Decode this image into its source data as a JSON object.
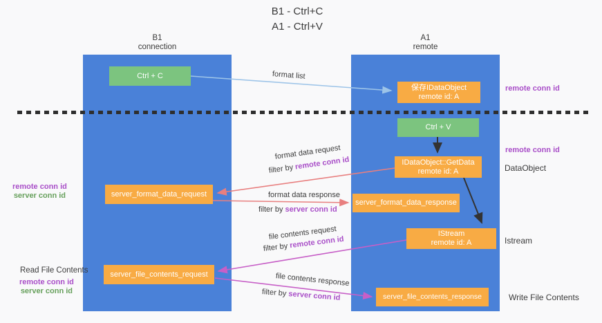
{
  "title": {
    "line1": "B1 - Ctrl+C",
    "line2": "A1 - Ctrl+V"
  },
  "lanes": {
    "b1": {
      "name": "B1",
      "sub": "connection"
    },
    "a1": {
      "name": "A1",
      "sub": "remote"
    }
  },
  "nodes": {
    "ctrl_c": {
      "label": "Ctrl + C"
    },
    "ctrl_v": {
      "label": "Ctrl + V"
    },
    "save_dataobject": {
      "line1": "保存IDataObject",
      "line2": "remote id: A"
    },
    "getdata": {
      "line1": "IDataObject::GetData",
      "line2": "remote id: A"
    },
    "istream": {
      "line1": "IStream",
      "line2": "remote id: A"
    },
    "format_request": {
      "label": "server_format_data_request"
    },
    "format_response": {
      "label": "server_format_data_response"
    },
    "file_request": {
      "label": "server_file_contents_request"
    },
    "file_response": {
      "label": "server_file_contents_response"
    }
  },
  "left_annotations": {
    "format_remote": "remote conn id",
    "format_server": "server conn id",
    "read_file": "Read File Contents",
    "file_remote": "remote conn id",
    "file_server": "server conn id"
  },
  "right_annotations": {
    "top_remote": "remote conn id",
    "mid_remote": "remote conn id",
    "dataobject": "DataObject",
    "istream": "Istream",
    "write_file": "Write File Contents"
  },
  "flow_labels": {
    "format_list": "format list",
    "format_request": "format data request",
    "format_request_filter": {
      "prefix": "filter by ",
      "key": "remote conn id"
    },
    "format_response": "format data response",
    "format_response_filter": {
      "prefix": "filter by ",
      "key": "server conn id"
    },
    "file_request": "file contents request",
    "file_request_filter": {
      "prefix": "filter by ",
      "key": "remote conn id"
    },
    "file_response": "file contents response",
    "file_response_filter": {
      "prefix": "filter by ",
      "key": "server conn id"
    }
  },
  "colors": {
    "background": "#f9f9fa",
    "lane_blue": "#4a81d8",
    "box_green": "#7cc47f",
    "box_orange": "#f8ab44",
    "purple_label": "#a94fc8",
    "green_label": "#67a05c",
    "arrow_blue": "#9dc4e8",
    "arrow_red": "#e87f7f",
    "arrow_magenta": "#c75fc7",
    "arrow_black": "#333333",
    "text_dark": "#3a3a3a"
  }
}
